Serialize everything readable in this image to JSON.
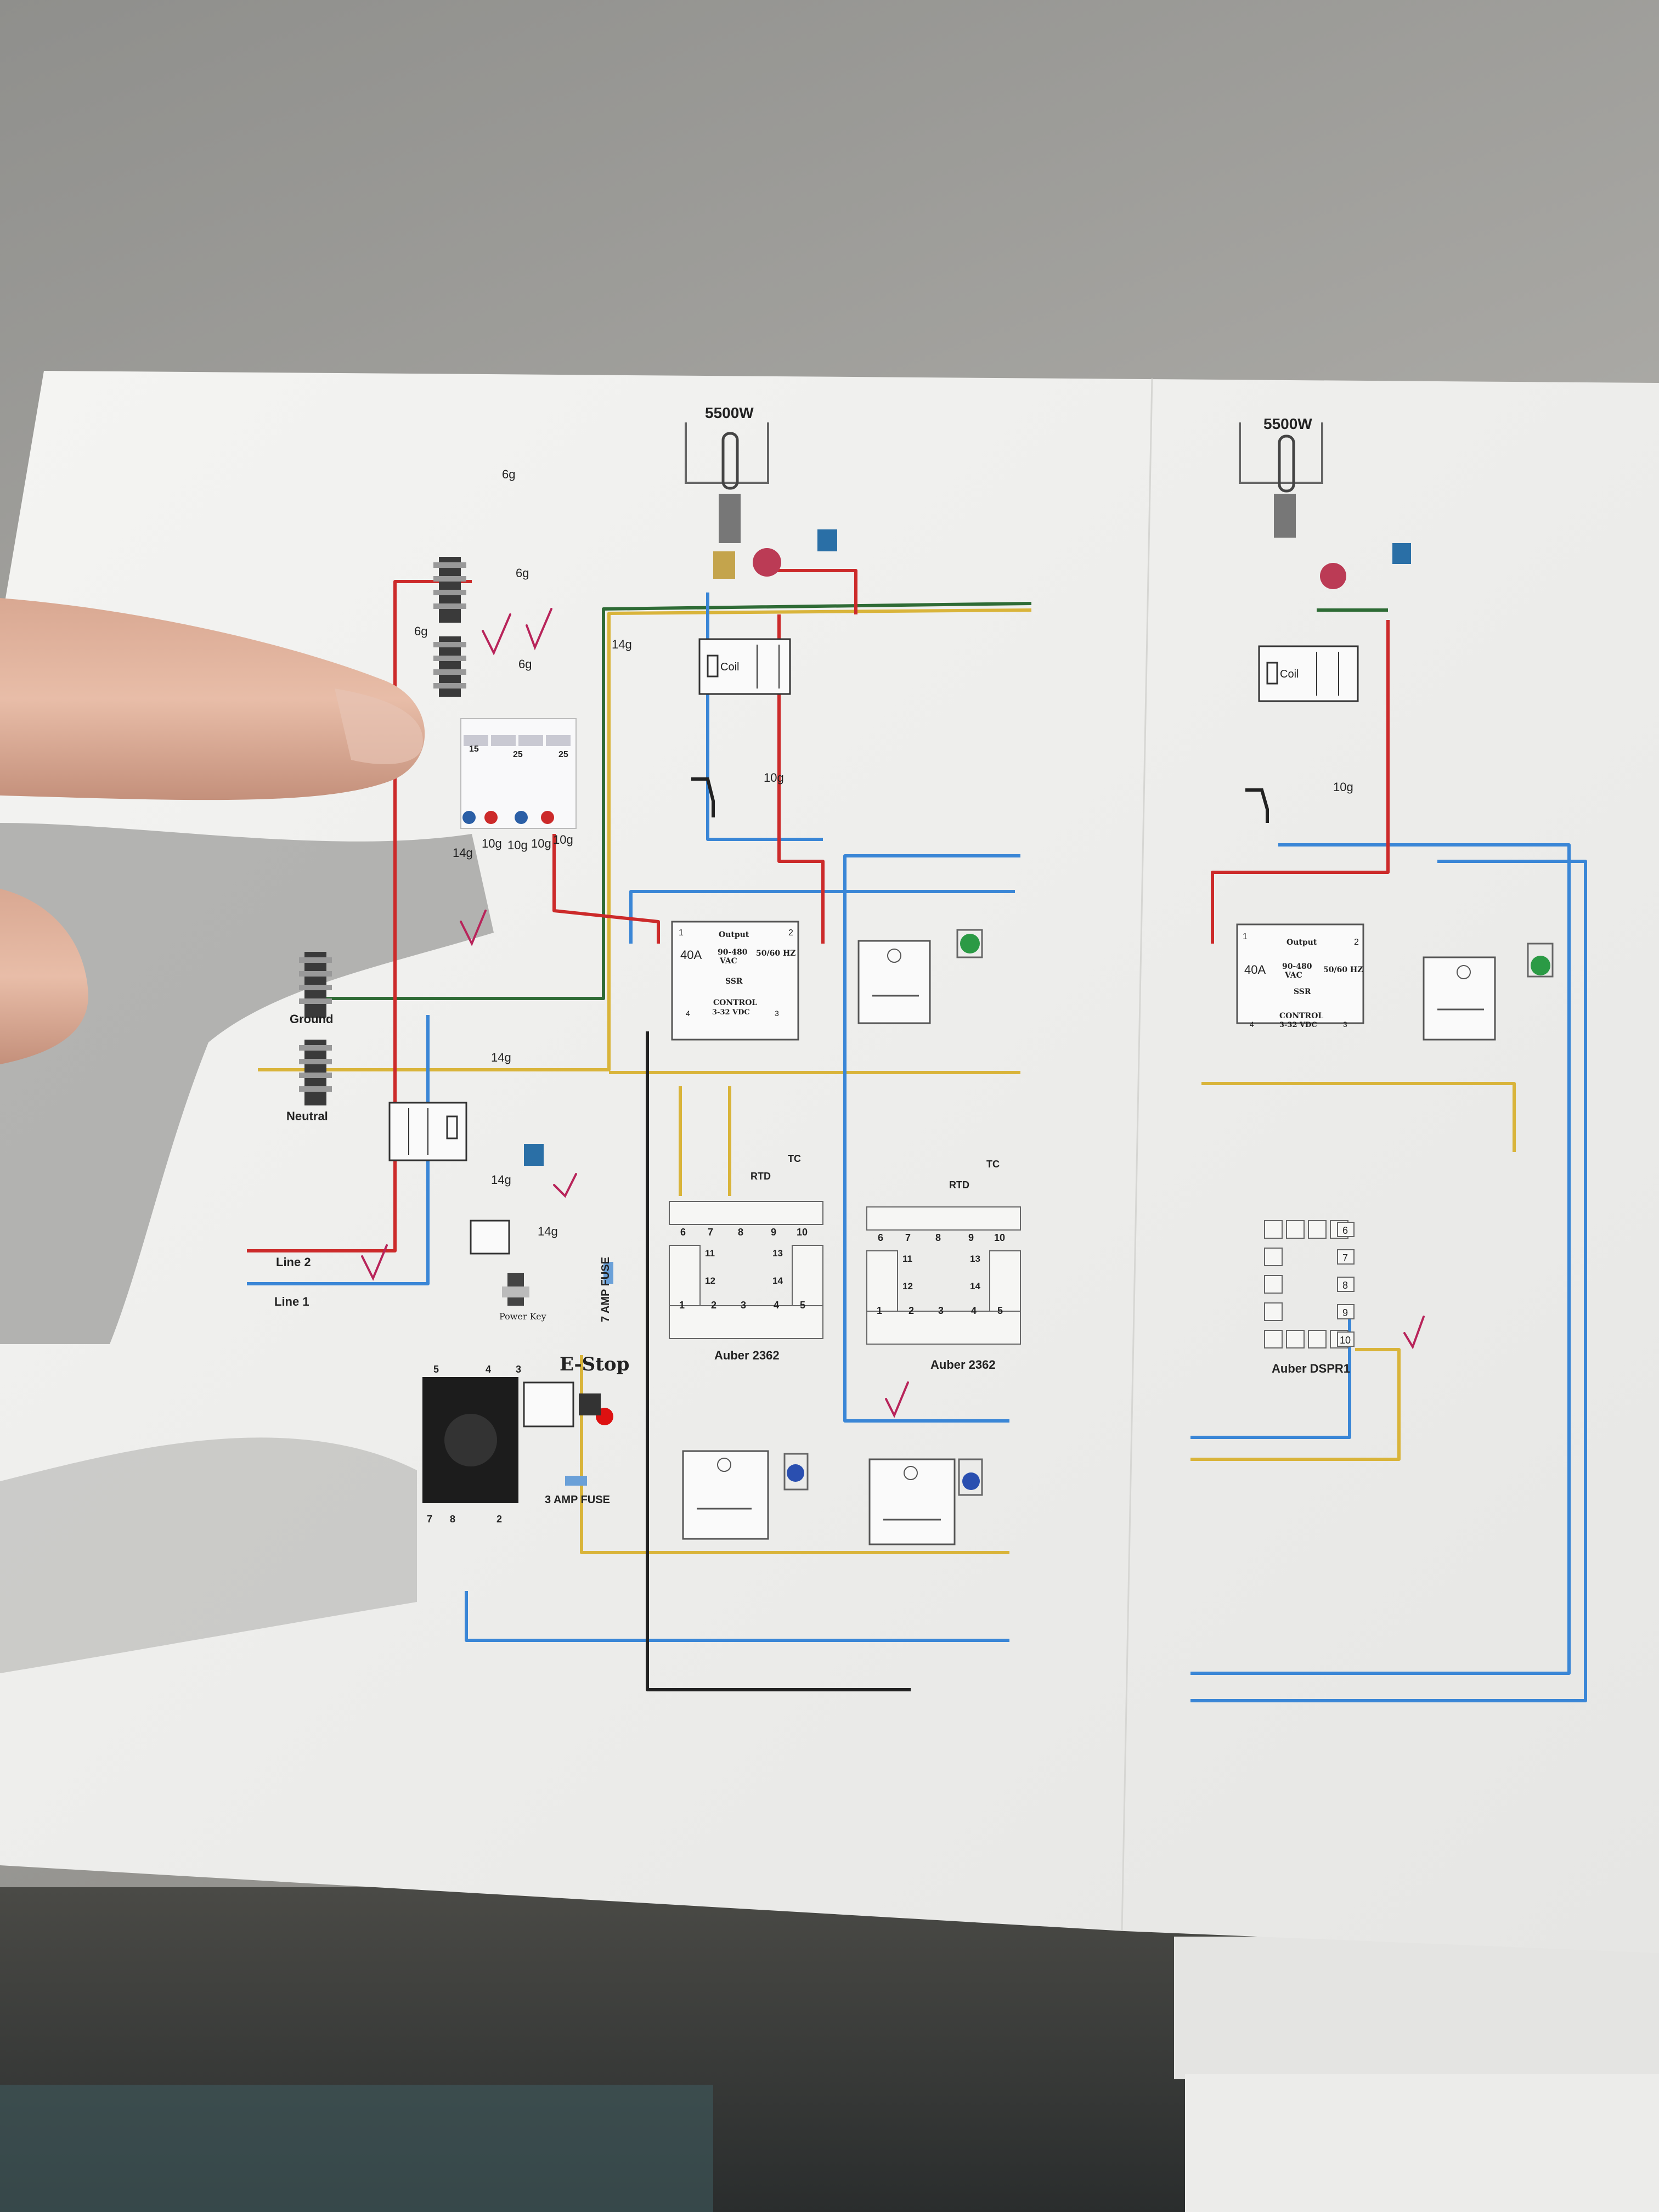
{
  "heater_left": {
    "rating": "5500W"
  },
  "heater_right": {
    "rating": "5500W"
  },
  "contactor": {
    "label": "Coil"
  },
  "ssr": {
    "terminal_1": "1",
    "terminal_2": "2",
    "terminal_3": "3",
    "terminal_4": "4",
    "output": "Output",
    "amps": "40A",
    "vac_range": "90-480",
    "vac_unit": "VAC",
    "hz": "50/60 HZ",
    "type": "SSR",
    "control": "CONTROL",
    "control_range": "3-32 VDC"
  },
  "pid": {
    "model": "Auber 2362",
    "tc": "TC",
    "rtd": "RTD",
    "top_terminals": [
      "6",
      "7",
      "8",
      "9",
      "10"
    ],
    "side_left": [
      "11",
      "12"
    ],
    "side_right": [
      "13",
      "14"
    ],
    "bottom_terminals": [
      "1",
      "2",
      "3",
      "4",
      "5"
    ]
  },
  "dspr": {
    "model": "Auber DSPR1",
    "terminals": [
      "6",
      "7",
      "8",
      "9",
      "10"
    ]
  },
  "bus_labels": {
    "ground": "Ground",
    "neutral": "Neutral",
    "line2": "Line 2",
    "line1": "Line 1"
  },
  "breakers": [
    "15",
    "25",
    "25"
  ],
  "components": {
    "power_key": "Power Key",
    "estop": "E-Stop",
    "fuse_7": "7 AMP FUSE",
    "fuse_3": "3 AMP FUSE",
    "relay_pins": [
      "5",
      "4",
      "3",
      "7",
      "8",
      "2"
    ]
  },
  "wire_gauges": {
    "g6_top": "6g",
    "g6_a": "6g",
    "g6_b": "6g",
    "g6_side": "6g",
    "g14_top": "14g",
    "g14_bus": "14g",
    "g14_a": "14g",
    "g14_b": "14g",
    "g14_breaker": "14g",
    "g10_left": "10g",
    "g10_right": "10g",
    "g10_breakers": [
      "10g",
      "10g",
      "10g",
      "10g"
    ]
  },
  "colors": {
    "red": "#cc2a2a",
    "blue": "#3a86d6",
    "yellow": "#d9b43a",
    "green": "#2e6b35",
    "black": "#222222",
    "paper": "#f1f1ef"
  }
}
